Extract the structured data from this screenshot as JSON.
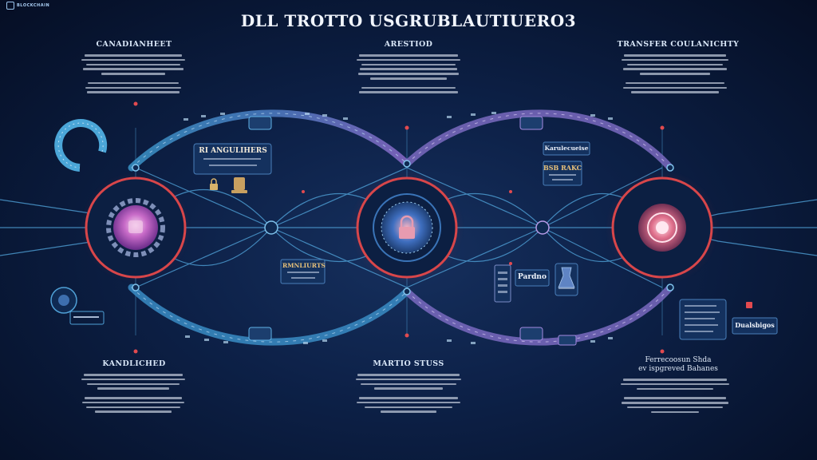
{
  "brand": {
    "wordmark": "BLOCKCHAIN"
  },
  "title": "DLL TROTTO USGRUBLAUTIUERO3",
  "columns": [
    {
      "heading": "CANADIANHEET"
    },
    {
      "heading": "ARESTIOD"
    },
    {
      "heading": "TRANSFER COULANICHTY"
    }
  ],
  "bottom_columns": [
    {
      "heading": "KANDLICHED"
    },
    {
      "heading": "MARTIO STUSS"
    },
    {
      "heading": "Ferrecoosun Shda",
      "subheading": "ev ispgreved Bahanes"
    }
  ],
  "labels": {
    "left_panel_title": "RI ANGULIHERS",
    "middle_left_tag": "RMNLIURTS",
    "right_top_tag": "Karulecueise",
    "right_mid_tag": "BSB RAKC",
    "center_right_tag": "Pardno",
    "far_right_tag": "Dualsbigos"
  },
  "colors": {
    "accent_red": "#e24a4f",
    "accent_cyan": "#3fb7e6",
    "accent_violet": "#9a7ad8",
    "gold": "#d8b26a"
  },
  "icons": [
    "magnet-icon",
    "gear-node-icon",
    "lock-node-icon",
    "target-node-icon",
    "padlock-icon",
    "document-icon",
    "flask-icon"
  ]
}
